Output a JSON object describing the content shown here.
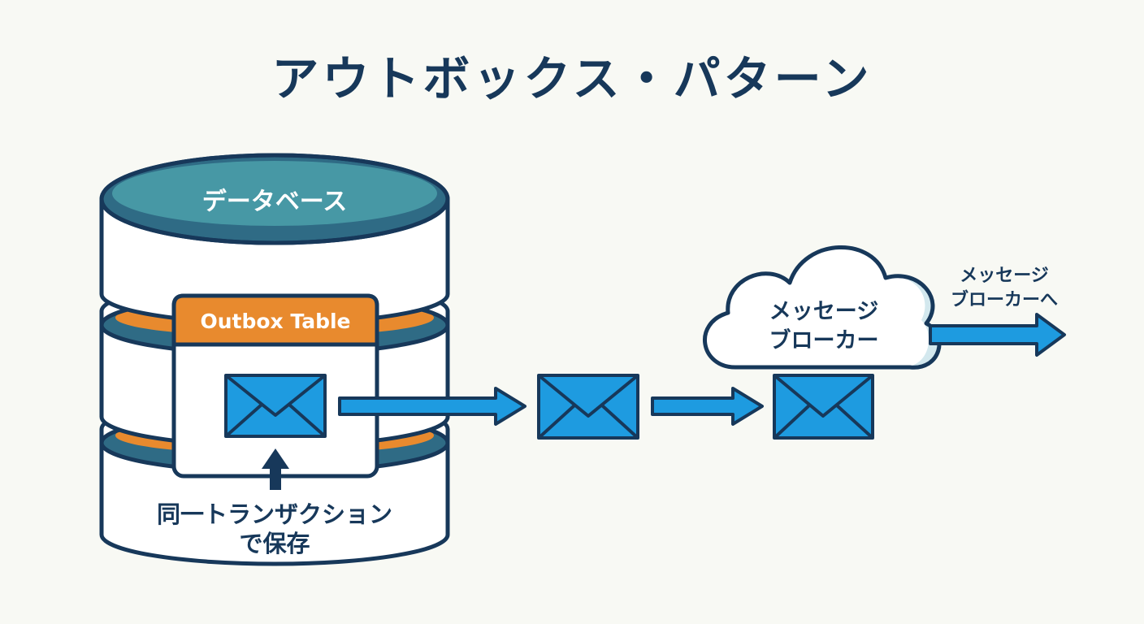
{
  "title": "アウトボックス・パターン",
  "database": {
    "label": "データベース",
    "table_label": "Outbox Table",
    "caption_line1": "同一トランザクション",
    "caption_line2": "で保存"
  },
  "broker": {
    "line1": "メッセージ",
    "line2": "ブローカー"
  },
  "destination": {
    "line1": "メッセージ",
    "line2": "ブローカーへ"
  },
  "colors": {
    "navy": "#17385a",
    "teal": "#2f6b85",
    "teal_light": "#5bbdc0",
    "orange": "#e88a2e",
    "blue": "#1e9be0",
    "cloud_shadow": "#d3e8ee"
  },
  "icons": [
    "database-icon",
    "envelope-icon",
    "cloud-icon",
    "arrow-icon"
  ]
}
